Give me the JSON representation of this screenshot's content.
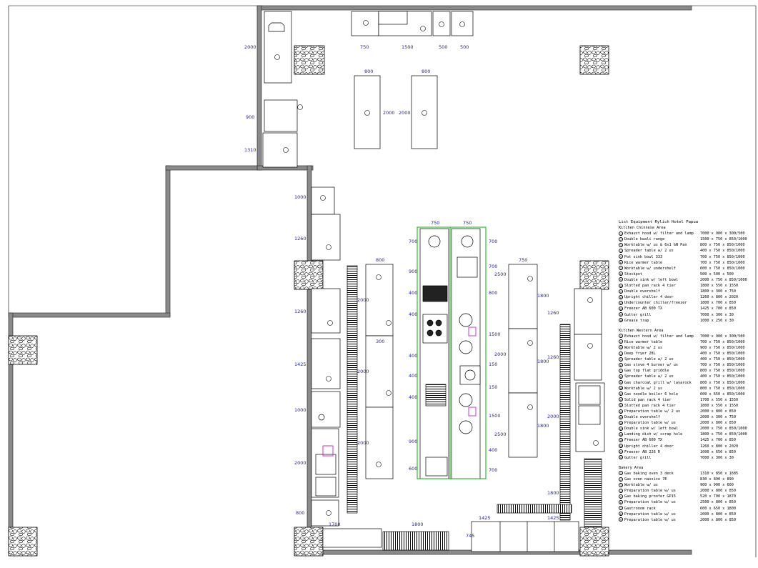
{
  "dimensions": {
    "top_row": [
      "750",
      "1500",
      "500",
      "500"
    ],
    "top_tables": [
      "800",
      "800"
    ],
    "top_tables_height": [
      "2000",
      "2000"
    ],
    "top_left_vertical": [
      "2000",
      "900",
      "1310"
    ],
    "left_wall": [
      "1000",
      "1260",
      "1260",
      "1425",
      "1000",
      "2000",
      "800"
    ],
    "island_top": [
      "750",
      "750"
    ],
    "island_left": [
      "700",
      "900",
      "400",
      "400",
      "400",
      "400",
      "400",
      "900",
      "600"
    ],
    "island_right": [
      "700",
      "700",
      "2500",
      "800",
      "1500",
      "2000",
      "150",
      "150",
      "1500",
      "2500",
      "400",
      "700"
    ],
    "western_tables": [
      "800",
      "2000",
      "300",
      "2000",
      "2000"
    ],
    "right_bench": [
      "750",
      "1800",
      "1800",
      "1800"
    ],
    "right_wall": [
      "1260",
      "1260",
      "2000",
      "1800"
    ],
    "bottom": [
      "1700",
      "1800",
      "745",
      "1425",
      "1425"
    ]
  },
  "legend": {
    "title": "List Equipment Rylich Hotel Papua",
    "sections": [
      {
        "heading": "Kitchen Chinnese Area",
        "items": [
          {
            "label": "Exhaust hood w/ filter and lamp",
            "size": "7000 x 900 x 300/500"
          },
          {
            "label": "Double kwali range",
            "size": "1500 x 750 x 850/1000"
          },
          {
            "label": "Worktable w/ us & 6x1 GN Pan",
            "size": "800 x 750 x 850/1000"
          },
          {
            "label": "Spreader table w/ 2 us",
            "size": "400 x 750 x 850/1000"
          },
          {
            "label": "Pot sink bowl 333",
            "size": "700 x 750 x 850/1000"
          },
          {
            "label": "Rice warmer table",
            "size": "700 x 750 x 850/1000"
          },
          {
            "label": "Worktable w/ undershelf",
            "size": "600 x 750 x 850/1000"
          },
          {
            "label": "Stockpot",
            "size": "500 x 500 x 500"
          },
          {
            "label": "Double sink w/ left bowl",
            "size": "2000 x 750 x 850/1000"
          },
          {
            "label": "Slotted pan rack 4 tier",
            "size": "1800 x 550 x 1550"
          },
          {
            "label": "Double overshelf",
            "size": "1800 x 300 x 750"
          },
          {
            "label": "Upright chiller 4 door",
            "size": "1260 x 800 x 2020"
          },
          {
            "label": "Undercounter chiller/freezer",
            "size": "1800 x 700 x 850"
          },
          {
            "label": "Freezer AB 600 TX",
            "size": "1425 x 700 x 850"
          },
          {
            "label": "Gutter grill",
            "size": "7000 x 300 x 30"
          },
          {
            "label": "Grease trap",
            "size": "1000 x 250 x 30"
          }
        ]
      },
      {
        "heading": "Kitchen Western Area",
        "items": [
          {
            "label": "Exhaust hood w/ filter and lamp",
            "size": "7000 x 900 x 300/500"
          },
          {
            "label": "Rice warmer table",
            "size": "700 x 750 x 850/1000"
          },
          {
            "label": "Worktable w/ 2 us",
            "size": "900 x 750 x 850/1000"
          },
          {
            "label": "Deep fryer 28L",
            "size": "400 x 750 x 850/1000"
          },
          {
            "label": "Spreader table w/ 2 us",
            "size": "400 x 750 x 850/1000"
          },
          {
            "label": "Gas stove 4 burner w/ us",
            "size": "700 x 750 x 850/1000"
          },
          {
            "label": "Gas top flat griddle",
            "size": "800 x 750 x 850/1000"
          },
          {
            "label": "Spreader table w/ 2 us",
            "size": "400 x 750 x 850/1000"
          },
          {
            "label": "Gas charcoal grill w/ lavarock",
            "size": "800 x 750 x 850/1000"
          },
          {
            "label": "Worktable w/ 2 us",
            "size": "800 x 750 x 850/1000"
          },
          {
            "label": "Gas noodle boiler 6 hole",
            "size": "600 x 650 x 850/1000"
          },
          {
            "label": "Solid pan rack 4 tier",
            "size": "1700 x 550 x 1550"
          },
          {
            "label": "Slotted pan rack 4 tier",
            "size": "1800 x 550 x 1550"
          },
          {
            "label": "Preparation table w/ 2 us",
            "size": "2000 x 800 x 850"
          },
          {
            "label": "Double overshelf",
            "size": "2000 x 300 x 750"
          },
          {
            "label": "Preparation table w/ us",
            "size": "2000 x 800 x 850"
          },
          {
            "label": "Double sink w/ left bowl",
            "size": "2000 x 750 x 850/1000"
          },
          {
            "label": "Landing dish w/ scrap hole",
            "size": "1800 x 750 x 850/1000"
          },
          {
            "label": "Freezer AB 600 TX",
            "size": "1425 x 700 x 850"
          },
          {
            "label": "Upright chiller 4 door",
            "size": "1260 x 800 x 2020"
          },
          {
            "label": "Freezer AB 226 R",
            "size": "1000 x 650 x 850"
          },
          {
            "label": "Gutter grill",
            "size": "7000 x 300 x 30"
          }
        ]
      },
      {
        "heading": "Bakery Area",
        "items": [
          {
            "label": "Gas baking oven 3 deck",
            "size": "1310 x 850 x 1685"
          },
          {
            "label": "Gas oven nassico 7E",
            "size": "830 x 890 x 890"
          },
          {
            "label": "Worktable w/ us",
            "size": "900 x 900 x 600"
          },
          {
            "label": "Preparation table w/ us",
            "size": "2000 x 800 x 850"
          },
          {
            "label": "Gas baking proofer GP15",
            "size": "520 x 700 x 1870"
          },
          {
            "label": "Preparation table w/ us",
            "size": "2500 x 800 x 850"
          },
          {
            "label": "Gastronom rack",
            "size": "600 x 650 x 1800"
          },
          {
            "label": "Preparation table w/ us",
            "size": "2000 x 800 x 850"
          },
          {
            "label": "Preparation table w/ us",
            "size": "2000 x 800 x 850"
          }
        ]
      }
    ]
  },
  "colors": {
    "wall": "#555555",
    "wall_fill": "#8a8a8a",
    "line": "#000000",
    "dimension": "#1a1acc",
    "hood": "#00b000",
    "accent": "#cc00cc"
  },
  "icons": {
    "column_texture": "stone-column-icon",
    "equipment_tag": "numbered-circle-icon"
  }
}
